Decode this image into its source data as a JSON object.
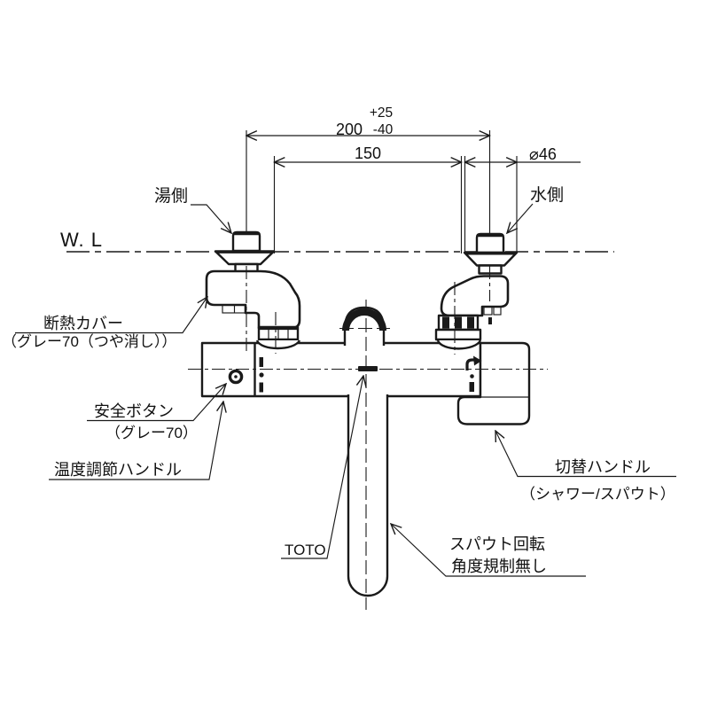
{
  "colors": {
    "background": "#ffffff",
    "line": "#1a1a1a"
  },
  "labels": {
    "water_line": "W. L",
    "hot_side": "湯側",
    "cold_side": "水側",
    "insulation_cover": "断熱カバー",
    "insulation_cover_note": "（グレー70（つや消し））",
    "safety_button": "安全ボタン",
    "safety_button_note": "（グレー70）",
    "temperature_handle": "温度調節ハンドル",
    "switch_handle": "切替ハンドル",
    "switch_handle_note": "（シャワー/スパウト）",
    "brand": "TOTO",
    "spout_note_line1": "スパウト回転",
    "spout_note_line2": "角度規制無し"
  },
  "dimensions": {
    "pitch": {
      "value": "200",
      "tol_plus": "+25",
      "tol_minus": "-40"
    },
    "inner_span": "150",
    "flange_diameter": "⌀46"
  }
}
